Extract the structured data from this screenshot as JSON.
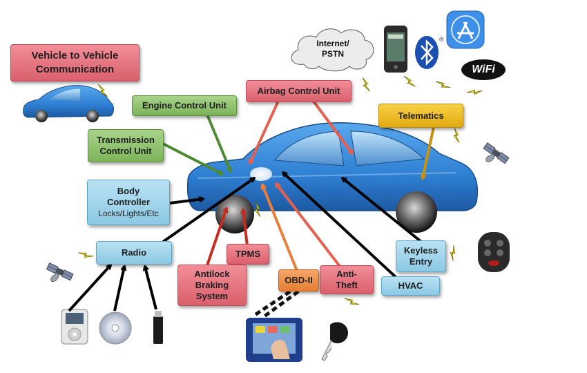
{
  "boxes": {
    "v2v": "Vehicle to Vehicle\nCommunication",
    "ecu": "Engine Control Unit",
    "tcu": "Transmission\nControl Unit",
    "body_title": "Body\nController",
    "body_sub": "Locks/Lights/Etc",
    "radio": "Radio",
    "airbag": "Airbag Control Unit",
    "telematics": "Telematics",
    "keyless": "Keyless\nEntry",
    "hvac": "HVAC",
    "tpms": "TPMS",
    "abs": "Antilock\nBraking\nSystem",
    "obd": "OBD-II",
    "antitheft": "Anti-\nTheft"
  },
  "cloud": "Internet/\nPSTN",
  "wifi": "WiFi",
  "bluetooth_mark": "®",
  "colors": {
    "car_body": "#2f7fd3",
    "red_box": "#e0707b",
    "green_box": "#8cc36b",
    "blue_box": "#9fd3ea",
    "orange_box": "#ee8f46",
    "yellow_box": "#eebd2a",
    "lightning": "#f2e21b"
  },
  "icons": [
    "lightning-icon",
    "satellite-icon",
    "smartphone-icon",
    "bluetooth-icon",
    "app-store-icon",
    "wifi-icon",
    "ipod-icon",
    "cd-icon",
    "usb-drive-icon",
    "car-key-icon",
    "key-fob-icon",
    "diagnostic-tablet-icon"
  ]
}
